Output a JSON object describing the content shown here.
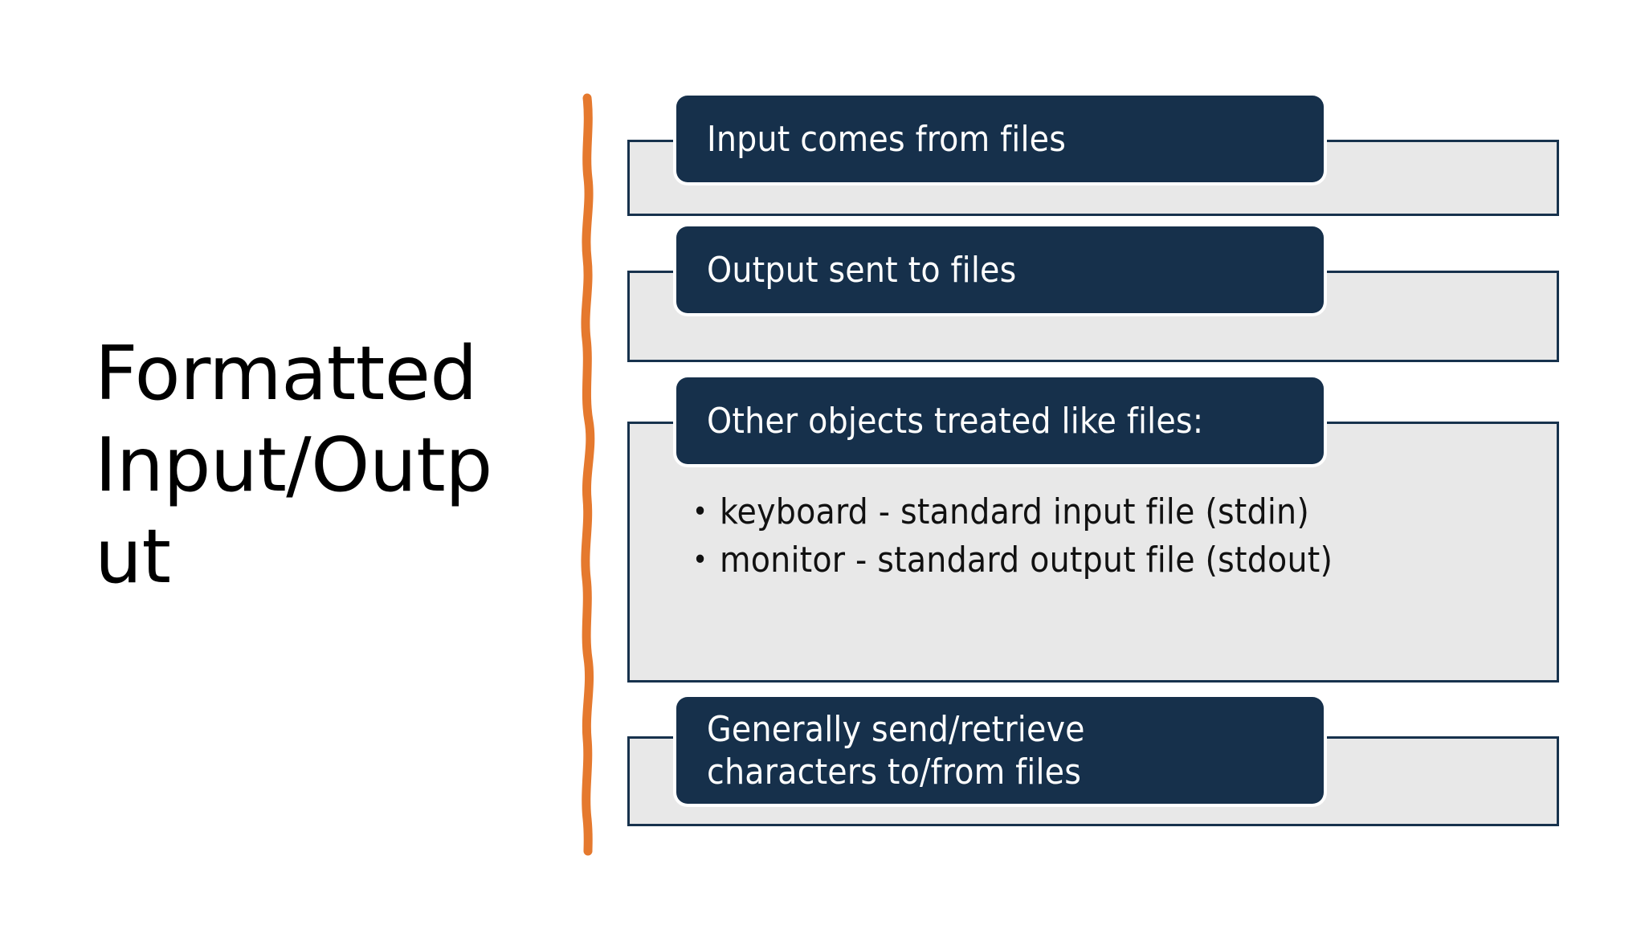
{
  "slide": {
    "background_color": "#FFFFFF",
    "title": {
      "full_text": "Formatted Input/Output",
      "lines": [
        "Formatted",
        "Input/Outp",
        "ut"
      ],
      "color": "#000000"
    },
    "accent": {
      "name": "orange-vertical-divider",
      "color": "#E5792E"
    },
    "theme": {
      "chip_color": "#16304B",
      "panel_fill": "#E8E8E8",
      "panel_border": "#17324D",
      "chip_text_color": "#FFFFFF",
      "body_text_color": "#111111"
    },
    "rows": [
      {
        "header": "Input comes from files",
        "bullets": []
      },
      {
        "header": "Output sent to files",
        "bullets": []
      },
      {
        "header": "Other objects treated like files:",
        "bullets": [
          "keyboard - standard input file (stdin)",
          "monitor - standard output file (stdout)"
        ]
      },
      {
        "header": "Generally send/retrieve\ncharacters to/from files",
        "bullets": []
      }
    ],
    "bullet_glyph": "•"
  }
}
